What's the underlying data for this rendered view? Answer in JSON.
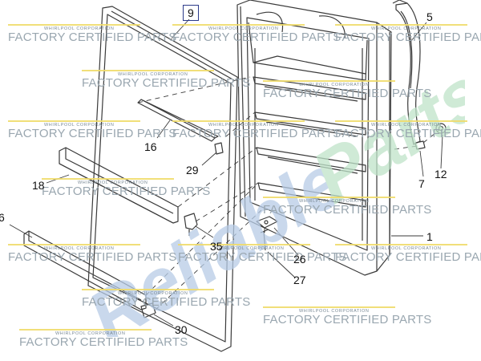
{
  "watermark": {
    "corp": "WHIRLPOOL CORPORATION",
    "main": "FACTORY CERTIFIED PARTS"
  },
  "brand_logo": {
    "text": "ReliableParts",
    "icon": "reliableparts-logo"
  },
  "callouts": {
    "c9": "9",
    "c5": "5",
    "c16": "16",
    "c29": "29",
    "c18": "18",
    "c7": "7",
    "c12": "12",
    "c1": "1",
    "c35": "35",
    "c26": "26",
    "c27": "27",
    "c30": "30",
    "c6": "6"
  },
  "colors": {
    "line": "#3a3a3a",
    "watermark_text": "#9aa7b0",
    "watermark_rule": "#f0dc6a",
    "logo_blue": "#b7cce6",
    "logo_green": "#bfe3c9",
    "callout_box": "#2b3a8a"
  }
}
